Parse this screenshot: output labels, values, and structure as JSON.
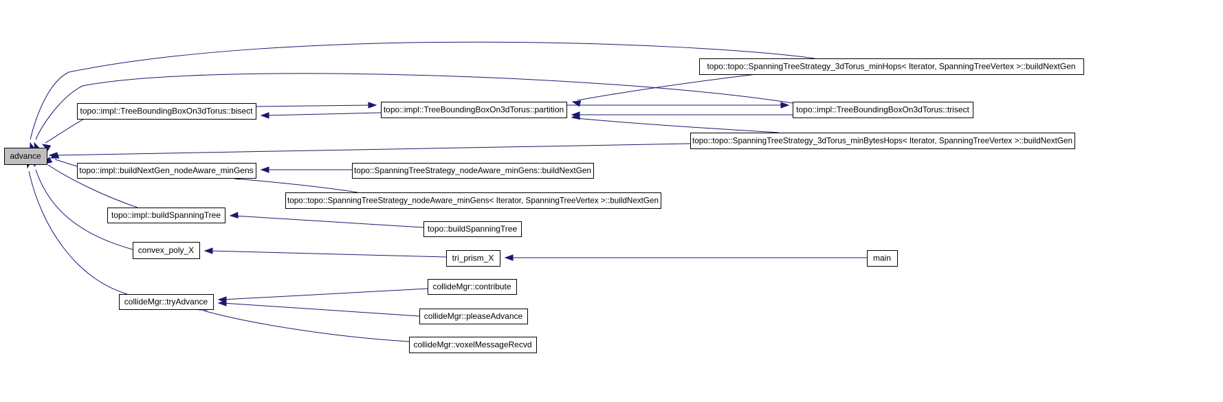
{
  "graph": {
    "colors": {
      "edge": "#191970",
      "node_border": "#000000",
      "root_fill": "#bfbfbf",
      "node_fill": "#ffffff"
    },
    "nodes": [
      {
        "id": "advance",
        "label": "advance"
      },
      {
        "id": "tbb-bisect",
        "label": "topo::impl::TreeBoundingBoxOn3dTorus::bisect"
      },
      {
        "id": "tbb-partition",
        "label": "topo::impl::TreeBoundingBoxOn3dTorus::partition"
      },
      {
        "id": "tbb-trisect",
        "label": "topo::impl::TreeBoundingBoxOn3dTorus::trisect"
      },
      {
        "id": "sts-minhops",
        "label": "topo::topo::SpanningTreeStrategy_3dTorus_minHops< Iterator, SpanningTreeVertex >::buildNextGen"
      },
      {
        "id": "sts-minbyteshops",
        "label": "topo::topo::SpanningTreeStrategy_3dTorus_minBytesHops< Iterator, SpanningTreeVertex >::buildNextGen"
      },
      {
        "id": "impl-bng-nodeaware",
        "label": "topo::impl::buildNextGen_nodeAware_minGens"
      },
      {
        "id": "sts-nodeaware",
        "label": "topo::SpanningTreeStrategy_nodeAware_minGens::buildNextGen"
      },
      {
        "id": "sts-nodeaware-tmpl",
        "label": "topo::topo::SpanningTreeStrategy_nodeAware_minGens< Iterator, SpanningTreeVertex >::buildNextGen"
      },
      {
        "id": "impl-buildspanningtree",
        "label": "topo::impl::buildSpanningTree"
      },
      {
        "id": "buildspanningtree",
        "label": "topo::buildSpanningTree"
      },
      {
        "id": "convex-poly",
        "label": "convex_poly_X"
      },
      {
        "id": "tri-prism",
        "label": "tri_prism_X"
      },
      {
        "id": "main",
        "label": "main"
      },
      {
        "id": "collide-tryadvance",
        "label": "collideMgr::tryAdvance"
      },
      {
        "id": "collide-contribute",
        "label": "collideMgr::contribute"
      },
      {
        "id": "collide-pleaseadvance",
        "label": "collideMgr::pleaseAdvance"
      },
      {
        "id": "collide-voxel",
        "label": "collideMgr::voxelMessageRecvd"
      }
    ],
    "edges": [
      {
        "from": "sts-minhops",
        "to": "advance"
      },
      {
        "from": "tbb-trisect",
        "to": "advance"
      },
      {
        "from": "tbb-bisect",
        "to": "advance"
      },
      {
        "from": "sts-minbyteshops",
        "to": "advance"
      },
      {
        "from": "impl-bng-nodeaware",
        "to": "advance"
      },
      {
        "from": "impl-buildspanningtree",
        "to": "advance"
      },
      {
        "from": "convex-poly",
        "to": "advance"
      },
      {
        "from": "collide-tryadvance",
        "to": "advance"
      },
      {
        "from": "tbb-bisect",
        "to": "tbb-partition"
      },
      {
        "from": "tbb-partition",
        "to": "tbb-bisect"
      },
      {
        "from": "tbb-trisect",
        "to": "tbb-partition"
      },
      {
        "from": "tbb-partition",
        "to": "tbb-trisect"
      },
      {
        "from": "sts-minhops",
        "to": "tbb-partition"
      },
      {
        "from": "sts-minbyteshops",
        "to": "tbb-partition"
      },
      {
        "from": "sts-nodeaware",
        "to": "impl-bng-nodeaware"
      },
      {
        "from": "sts-nodeaware-tmpl",
        "to": "impl-bng-nodeaware"
      },
      {
        "from": "buildspanningtree",
        "to": "impl-buildspanningtree"
      },
      {
        "from": "tri-prism",
        "to": "convex-poly"
      },
      {
        "from": "main",
        "to": "tri-prism"
      },
      {
        "from": "collide-contribute",
        "to": "collide-tryadvance"
      },
      {
        "from": "collide-pleaseadvance",
        "to": "collide-tryadvance"
      },
      {
        "from": "collide-voxel",
        "to": "collide-tryadvance"
      }
    ]
  }
}
